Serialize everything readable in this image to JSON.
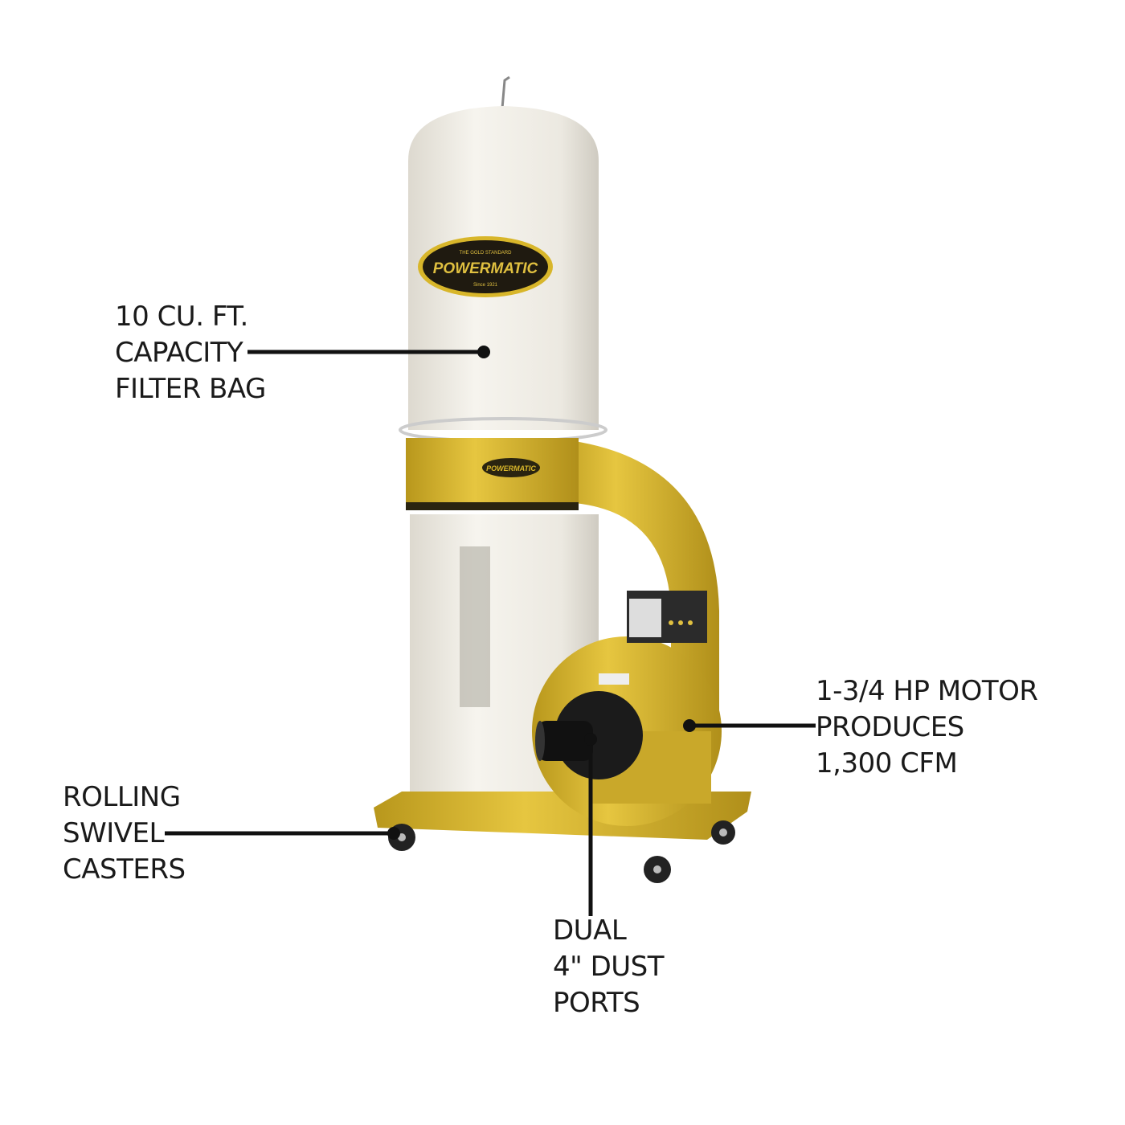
{
  "product": {
    "logo_main": "POWERMATIC",
    "logo_top": "THE GOLD STANDARD",
    "logo_bottom": "Since 1921",
    "brand_color": "#d8b62a",
    "bag_color": "#f1efe8"
  },
  "callouts": [
    {
      "id": "filter-bag",
      "lines": [
        "10 CU. FT.",
        "CAPACITY",
        "FILTER BAG"
      ]
    },
    {
      "id": "motor",
      "lines": [
        "1-3/4 HP MOTOR",
        "PRODUCES",
        "1,300 CFM"
      ]
    },
    {
      "id": "casters",
      "lines": [
        "ROLLING",
        "SWIVEL",
        "CASTERS"
      ]
    },
    {
      "id": "dust-ports",
      "lines": [
        "DUAL",
        "4\" DUST",
        "PORTS"
      ]
    }
  ]
}
